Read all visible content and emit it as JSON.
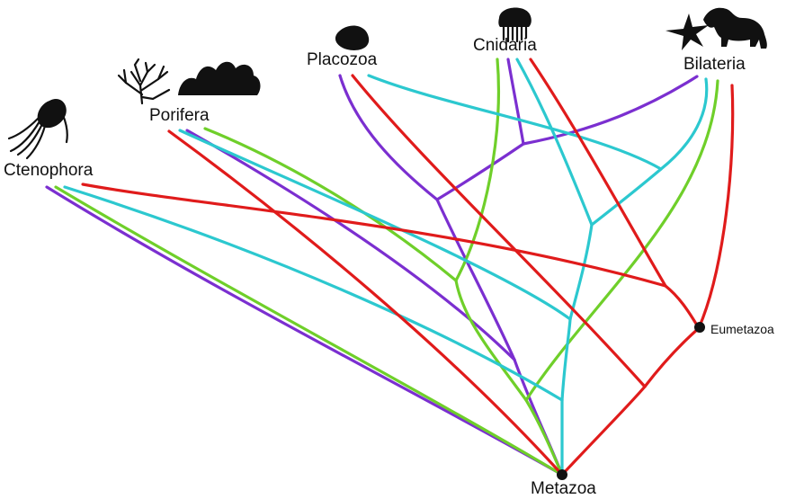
{
  "taxa": {
    "ctenophora": "Ctenophora",
    "porifera": "Porifera",
    "placozoa": "Placozoa",
    "cnidaria": "Cnidaria",
    "bilateria": "Bilateria"
  },
  "nodes": {
    "metazoa": "Metazoa",
    "eumetazoa": "Eumetazoa"
  },
  "colors": {
    "purple": "#7b2fd0",
    "green": "#6fcf2a",
    "cyan": "#2cc8cf",
    "red": "#e01b1b",
    "silhouette": "#111111"
  },
  "icons": {
    "ctenophora": "comb-jelly-icon",
    "porifera": "sponge-icon",
    "placozoa": "placozoan-icon",
    "cnidaria": "jellyfish-icon",
    "bilateria_1": "starfish-icon",
    "bilateria_2": "dog-icon"
  }
}
